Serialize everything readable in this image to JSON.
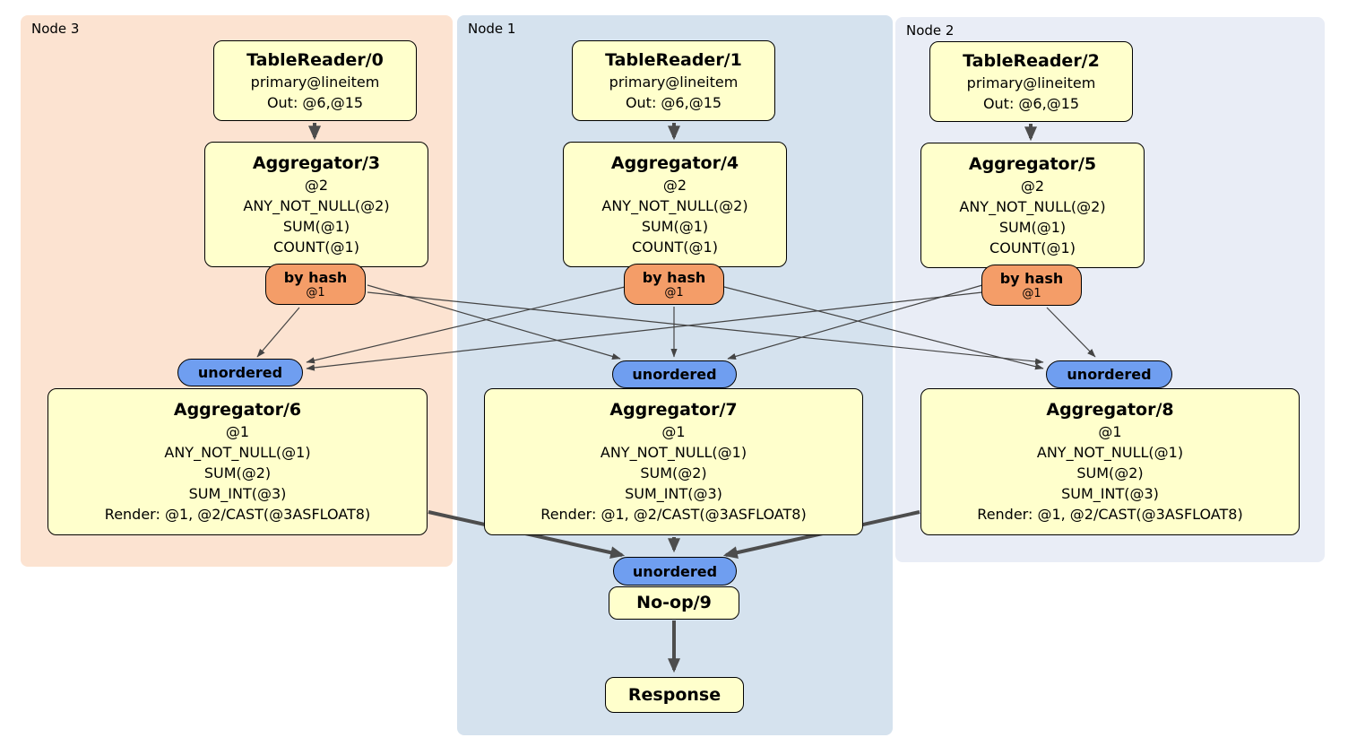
{
  "regions": {
    "node3": {
      "label": "Node 3",
      "bg": "#fce3d1"
    },
    "node1": {
      "label": "Node 1",
      "bg": "#d5e2ee"
    },
    "node2": {
      "label": "Node 2",
      "bg": "#e9edf6"
    }
  },
  "colors": {
    "processor_box_bg": "#ffffcc",
    "router_bg": "#f49d68",
    "sync_bg": "#6f9ef0",
    "edge_thin": "#444444",
    "edge_thick": "#4d4d4d",
    "box_border": "#000000"
  },
  "boxes": {
    "tr0": {
      "title": "TableReader/0",
      "lines": [
        "primary@lineitem",
        "Out: @6,@15"
      ]
    },
    "tr1": {
      "title": "TableReader/1",
      "lines": [
        "primary@lineitem",
        "Out: @6,@15"
      ]
    },
    "tr2": {
      "title": "TableReader/2",
      "lines": [
        "primary@lineitem",
        "Out: @6,@15"
      ]
    },
    "agg3": {
      "title": "Aggregator/3",
      "lines": [
        "@2",
        "ANY_NOT_NULL(@2)",
        "SUM(@1)",
        "COUNT(@1)"
      ]
    },
    "agg4": {
      "title": "Aggregator/4",
      "lines": [
        "@2",
        "ANY_NOT_NULL(@2)",
        "SUM(@1)",
        "COUNT(@1)"
      ]
    },
    "agg5": {
      "title": "Aggregator/5",
      "lines": [
        "@2",
        "ANY_NOT_NULL(@2)",
        "SUM(@1)",
        "COUNT(@1)"
      ]
    },
    "agg6": {
      "title": "Aggregator/6",
      "lines": [
        "@1",
        "ANY_NOT_NULL(@1)",
        "SUM(@2)",
        "SUM_INT(@3)",
        "Render: @1, @2/CAST(@3ASFLOAT8)"
      ]
    },
    "agg7": {
      "title": "Aggregator/7",
      "lines": [
        "@1",
        "ANY_NOT_NULL(@1)",
        "SUM(@2)",
        "SUM_INT(@3)",
        "Render: @1, @2/CAST(@3ASFLOAT8)"
      ]
    },
    "agg8": {
      "title": "Aggregator/8",
      "lines": [
        "@1",
        "ANY_NOT_NULL(@1)",
        "SUM(@2)",
        "SUM_INT(@3)",
        "Render: @1, @2/CAST(@3ASFLOAT8)"
      ]
    },
    "noop": {
      "title": "No-op/9"
    },
    "response": {
      "title": "Response"
    }
  },
  "routers": {
    "r3": {
      "label": "by hash",
      "detail": "@1"
    },
    "r4": {
      "label": "by hash",
      "detail": "@1"
    },
    "r5": {
      "label": "by hash",
      "detail": "@1"
    }
  },
  "syncs": {
    "s6": {
      "label": "unordered"
    },
    "s7": {
      "label": "unordered"
    },
    "s8": {
      "label": "unordered"
    },
    "s9": {
      "label": "unordered"
    }
  }
}
